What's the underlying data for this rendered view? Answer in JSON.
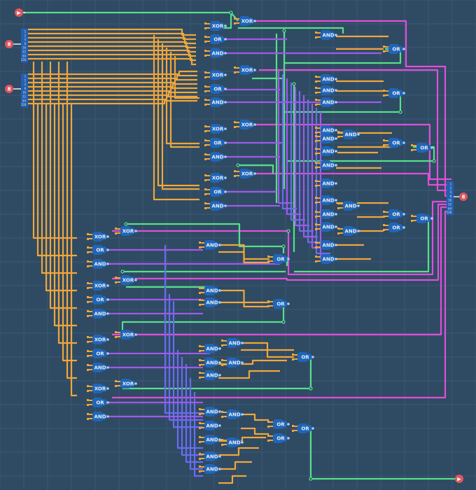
{
  "circuit": {
    "colors": {
      "background": "#2f4a63",
      "grid": "#3b5671",
      "wire_orange": "#f0a63a",
      "wire_green": "#55e08a",
      "wire_purple": "#a05ae8",
      "wire_magenta": "#e04fd8",
      "wire_blue": "#6a6cf0",
      "gate": "#1f66b8",
      "port_red": "#e0565f"
    },
    "inputs": [
      {
        "id": "in-carry",
        "label": "▶",
        "icon": "play-icon"
      },
      {
        "id": "in-a",
        "label": "8",
        "bits": [
          "1",
          "2",
          "4",
          "8",
          "16",
          "32",
          "64",
          "128"
        ]
      },
      {
        "id": "in-b",
        "label": "8",
        "bits": [
          "1",
          "2",
          "4",
          "8",
          "16",
          "32",
          "64",
          "128"
        ]
      }
    ],
    "outputs": [
      {
        "id": "out-sum",
        "label": "8",
        "bits": [
          "1",
          "2",
          "4",
          "8",
          "16",
          "32",
          "64",
          "128"
        ]
      },
      {
        "id": "out-carry",
        "label": "▶",
        "icon": "play-icon"
      }
    ],
    "gate_types": {
      "xor": "XOR",
      "or": "OR",
      "and": "AND"
    }
  }
}
